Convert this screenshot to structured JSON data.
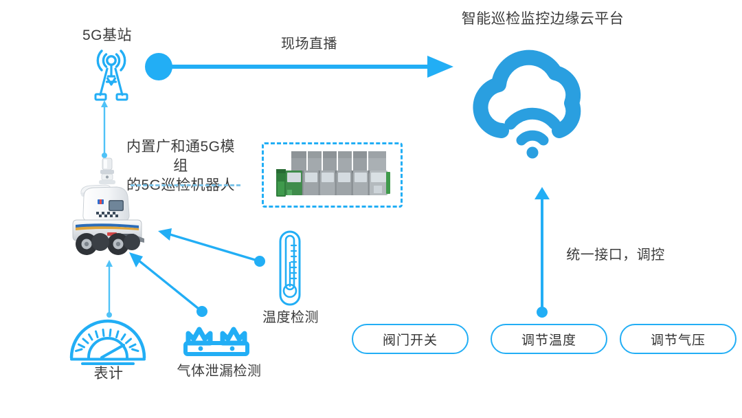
{
  "diagram": {
    "title_cloud": "智能巡检监控边缘云平台",
    "colors": {
      "accent_blue": "#22AEF5",
      "cloud_blue": "#2A9FE0",
      "dash_blue": "#7FC4E8",
      "text_dark": "#3c3c3c"
    },
    "nodes": {
      "base_station": {
        "label": "5G基站",
        "icon": "cell-tower-icon"
      },
      "cloud_platform": {
        "label": "智能巡检监控边缘云平台",
        "icon": "cloud-wifi-icon"
      },
      "robot": {
        "label_line1": "内置广和通5G模组",
        "label_line2": "的5G巡检机器人",
        "icon": "inspection-robot-photo"
      },
      "modules": {
        "icon": "5g-module-boards-photo"
      },
      "thermometer": {
        "label": "温度检测",
        "icon": "thermometer-icon"
      },
      "gas_sensor": {
        "label": "气体泄漏检测",
        "icon": "gas-burner-icon"
      },
      "meter": {
        "label": "表计",
        "icon": "gauge-meter-icon"
      }
    },
    "connections": {
      "live_stream": "现场直播",
      "unified_interface": "统一接口，调控"
    },
    "actions": [
      {
        "label": "阀门开关"
      },
      {
        "label": "调节温度"
      },
      {
        "label": "调节气压"
      }
    ]
  }
}
